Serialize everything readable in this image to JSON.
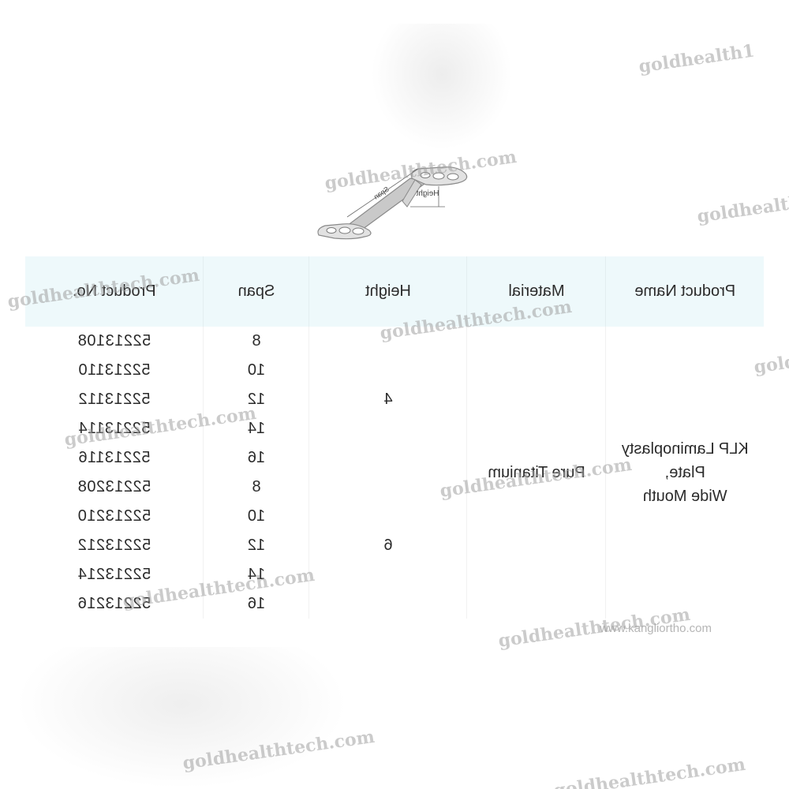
{
  "diagram": {
    "span_label": "Span",
    "height_label": "Height"
  },
  "table": {
    "headers": {
      "product_no": "Product No.",
      "span": "Span",
      "height": "Height",
      "material": "Material",
      "product_name": "Product Name"
    },
    "product_name_lines": [
      "KLP Laminoplasty",
      "Plate,",
      "Wide Mouth"
    ],
    "material": "Pure Titanium",
    "height_groups": [
      "4",
      "6"
    ],
    "rows": [
      {
        "product_no": "52213108",
        "span": "8"
      },
      {
        "product_no": "52213110",
        "span": "10"
      },
      {
        "product_no": "52213112",
        "span": "12"
      },
      {
        "product_no": "52213114",
        "span": "14"
      },
      {
        "product_no": "52213116",
        "span": "16"
      },
      {
        "product_no": "52213208",
        "span": "8"
      },
      {
        "product_no": "52213210",
        "span": "10"
      },
      {
        "product_no": "52213212",
        "span": "12"
      },
      {
        "product_no": "52213214",
        "span": "14"
      },
      {
        "product_no": "52213216",
        "span": "16"
      }
    ]
  },
  "website": "www.kangliortho.com",
  "watermarks": [
    "goldhealth1",
    "goldhealthtech.com",
    "goldhealth",
    "goldhealthtech.com",
    "goldhealthtech.com",
    "gold",
    "goldhealthtech.com",
    "goldhealthtech.com",
    "goldhealthtech.com",
    "goldhealthtech.com",
    "goldhealthtech.com",
    "goldhealthtech.com"
  ]
}
